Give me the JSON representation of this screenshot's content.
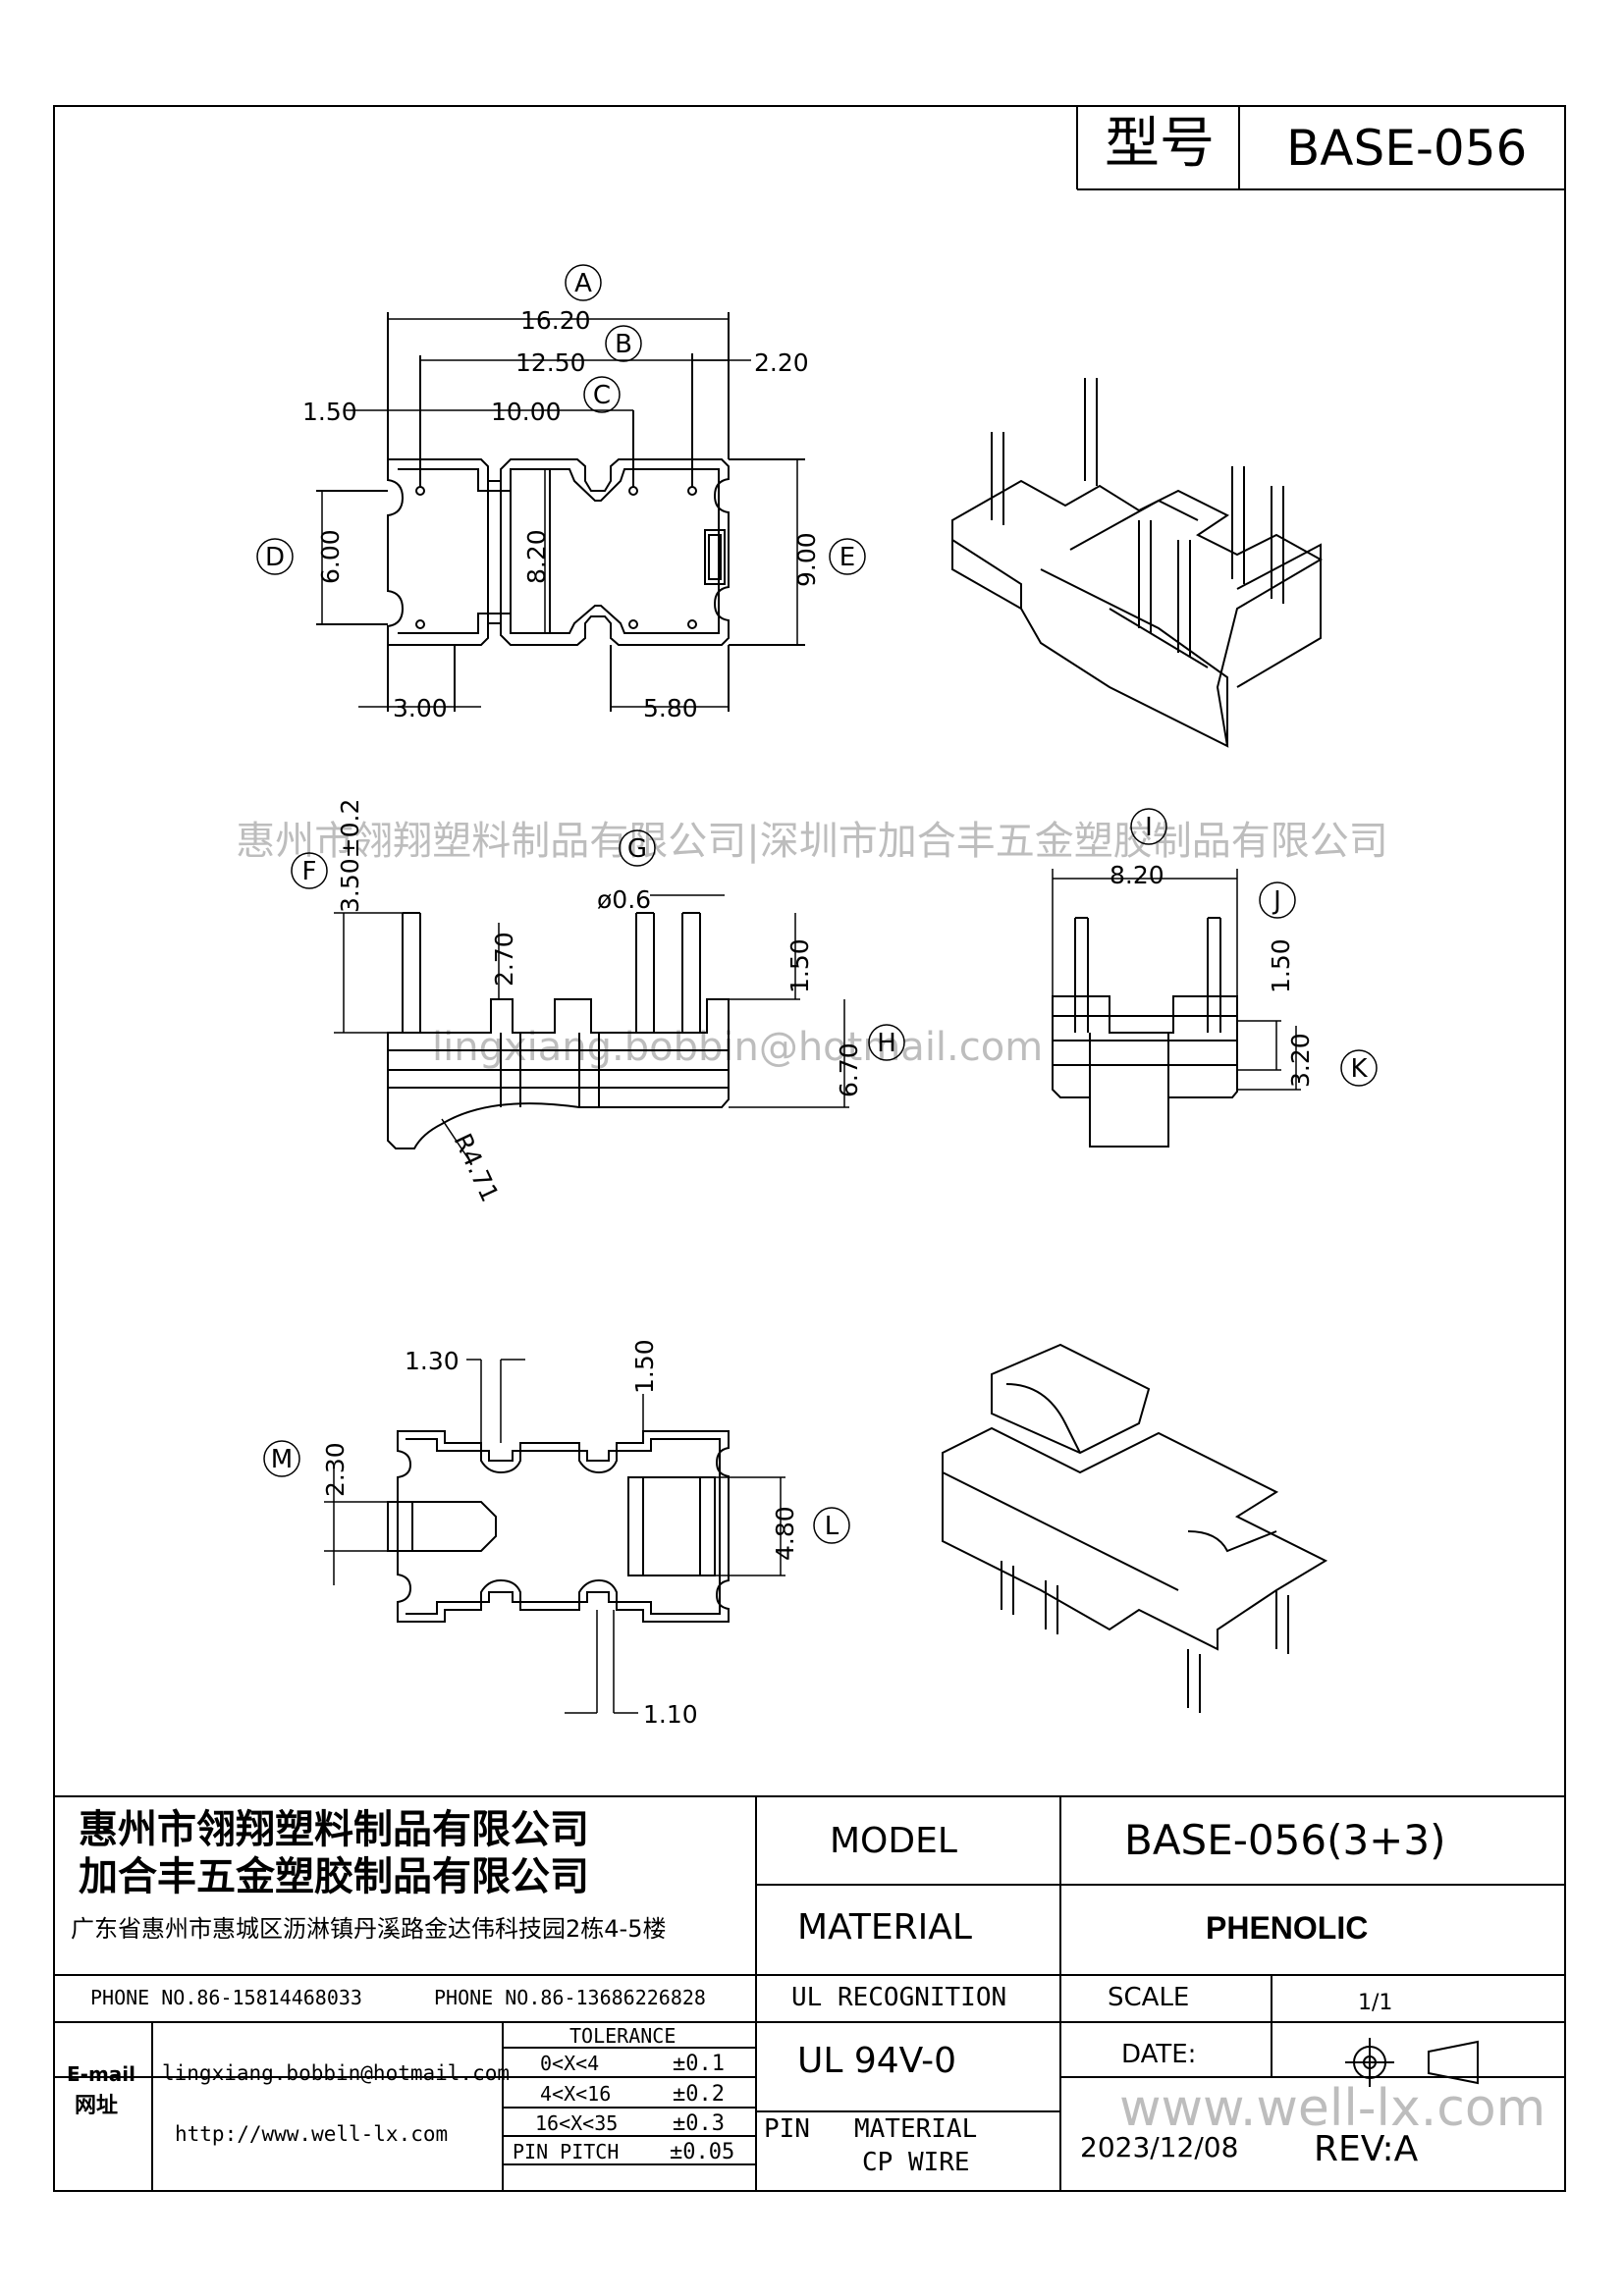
{
  "header": {
    "model_label": "型号",
    "model_value": "BASE-056"
  },
  "watermarks": {
    "center": "惠州市翎翔塑料制品有限公司|深圳市加合丰五金塑胶制品有限公司",
    "email": "lingxiang.bobbin@hotmail.com",
    "web": "www.well-lx.com"
  },
  "labels": [
    "A",
    "B",
    "C",
    "D",
    "E",
    "F",
    "G",
    "H",
    "I",
    "J",
    "K",
    "L",
    "M"
  ],
  "dimensions": {
    "top": {
      "a": "16.20",
      "b": "12.50",
      "c": "10.00",
      "d": "1.50",
      "e": "2.20",
      "f": "6.00",
      "g": "8.20",
      "h": "9.00",
      "i": "3.00",
      "j": "5.80"
    },
    "front": {
      "a": "3.50±0.2",
      "b": "2.70",
      "c": "ø0.6",
      "d": "1.50",
      "e": "6.70",
      "f": "R4.71"
    },
    "side": {
      "a": "8.20",
      "b": "1.50",
      "c": "3.20"
    },
    "bottom": {
      "a": "1.30",
      "b": "1.50",
      "c": "2.30",
      "d": "4.80",
      "e": "1.10"
    }
  },
  "company": {
    "name1": "惠州市翎翔塑料制品有限公司",
    "name2": "加合丰五金塑胶制品有限公司",
    "address": "广东省惠州市惠城区沥淋镇丹溪路金达伟科技园2栋4-5楼",
    "phone1": "PHONE NO.86-15814468033",
    "phone2": "PHONE NO.86-13686226828",
    "email_label": "E-mail",
    "email": "lingxiang.bobbin@hotmail.com",
    "web_label": "网址",
    "web": "http://www.well-lx.com"
  },
  "tolerance": {
    "title": "TOLERANCE",
    "rows": [
      {
        "range": "0<X<4",
        "value": "±0.1"
      },
      {
        "range": "4<X<16",
        "value": "±0.2"
      },
      {
        "range": "16<X<35",
        "value": "±0.3"
      },
      {
        "range": "PIN PITCH",
        "value": "±0.05"
      }
    ]
  },
  "title_block": {
    "model_label": "MODEL",
    "model_value": "BASE-056(3+3)",
    "material_label": "MATERIAL",
    "material_value": "PHENOLIC",
    "ul_label": "UL RECOGNITION",
    "ul_value": "UL 94V-0",
    "scale_label": "SCALE",
    "scale_value": "1/1",
    "date_label": "DATE:",
    "date_value": "2023/12/08",
    "pin_label": "PIN",
    "pin_material_label": "MATERIAL",
    "pin_material_value": "CP WIRE",
    "rev": "REV:A"
  }
}
